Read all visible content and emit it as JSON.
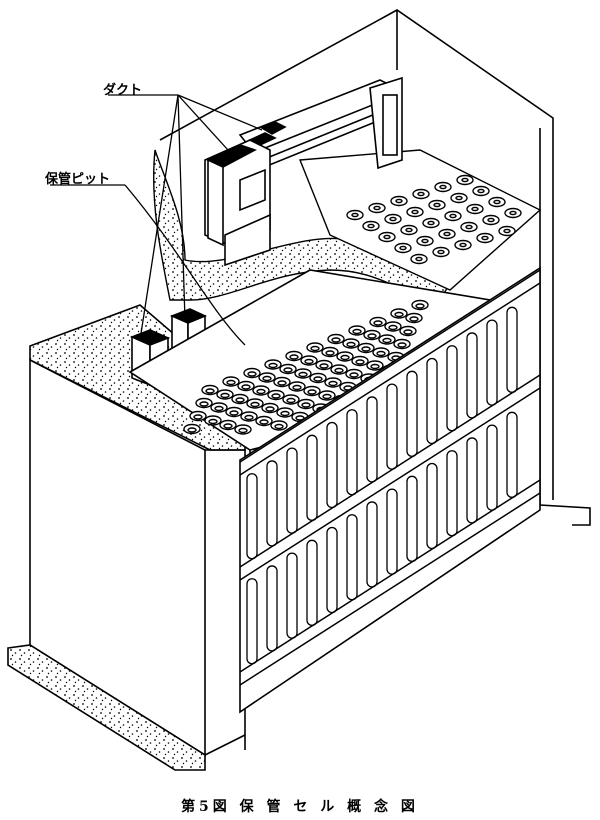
{
  "labels": {
    "duct": "ダクト",
    "storage_pit": "保管ピット"
  },
  "caption": "第5図 保 管 セ ル 概 念 図",
  "colors": {
    "line": "#000000",
    "concrete_fill": "#ffffff",
    "background": "#ffffff"
  }
}
